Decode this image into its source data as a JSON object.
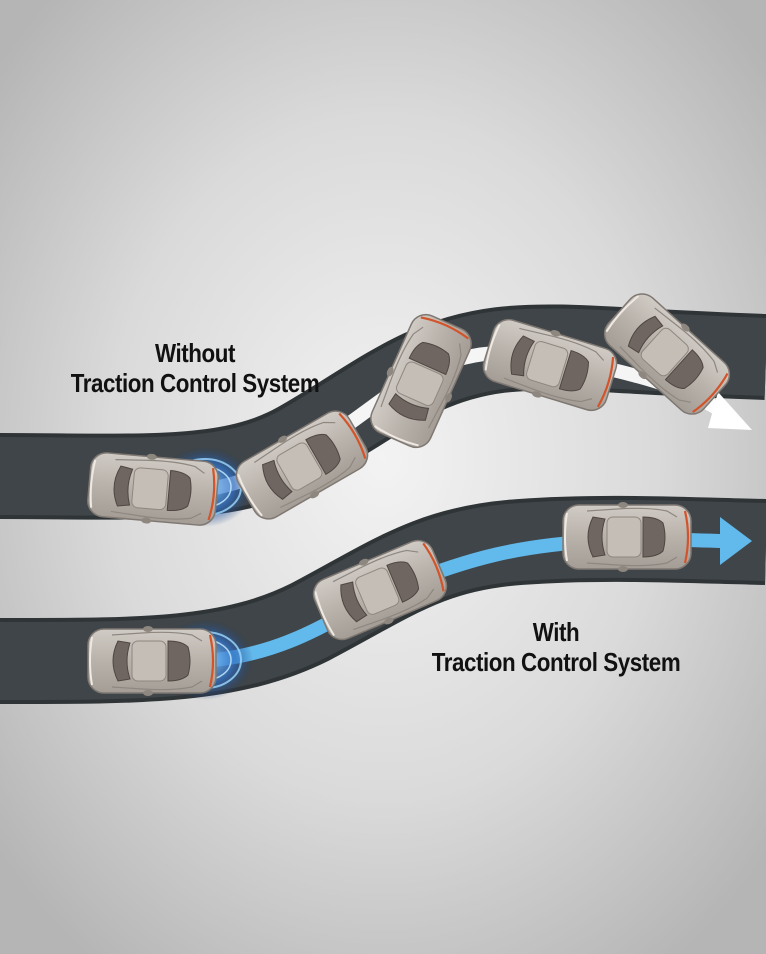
{
  "labels": {
    "without": {
      "line1": "Without",
      "line2": "Traction Control System"
    },
    "with": {
      "line1": "With",
      "line2": "Traction Control System"
    }
  },
  "colors": {
    "background_light": "#f2f2f2",
    "background_dark": "#b9b9b9",
    "road": "#3f4548",
    "road_edge": "#2f3437",
    "car_body": "#b9b2ab",
    "car_glass": "#6f6561",
    "arrow_without": "#ffffff",
    "arrow_with": "#62b9ec",
    "wheel_spin": "#2f6fc4",
    "brake_light": "#d3542a"
  },
  "icons": {
    "car": "car-top-view-icon",
    "arrow": "direction-arrow-icon",
    "splash": "wheel-spin-splash-icon"
  }
}
